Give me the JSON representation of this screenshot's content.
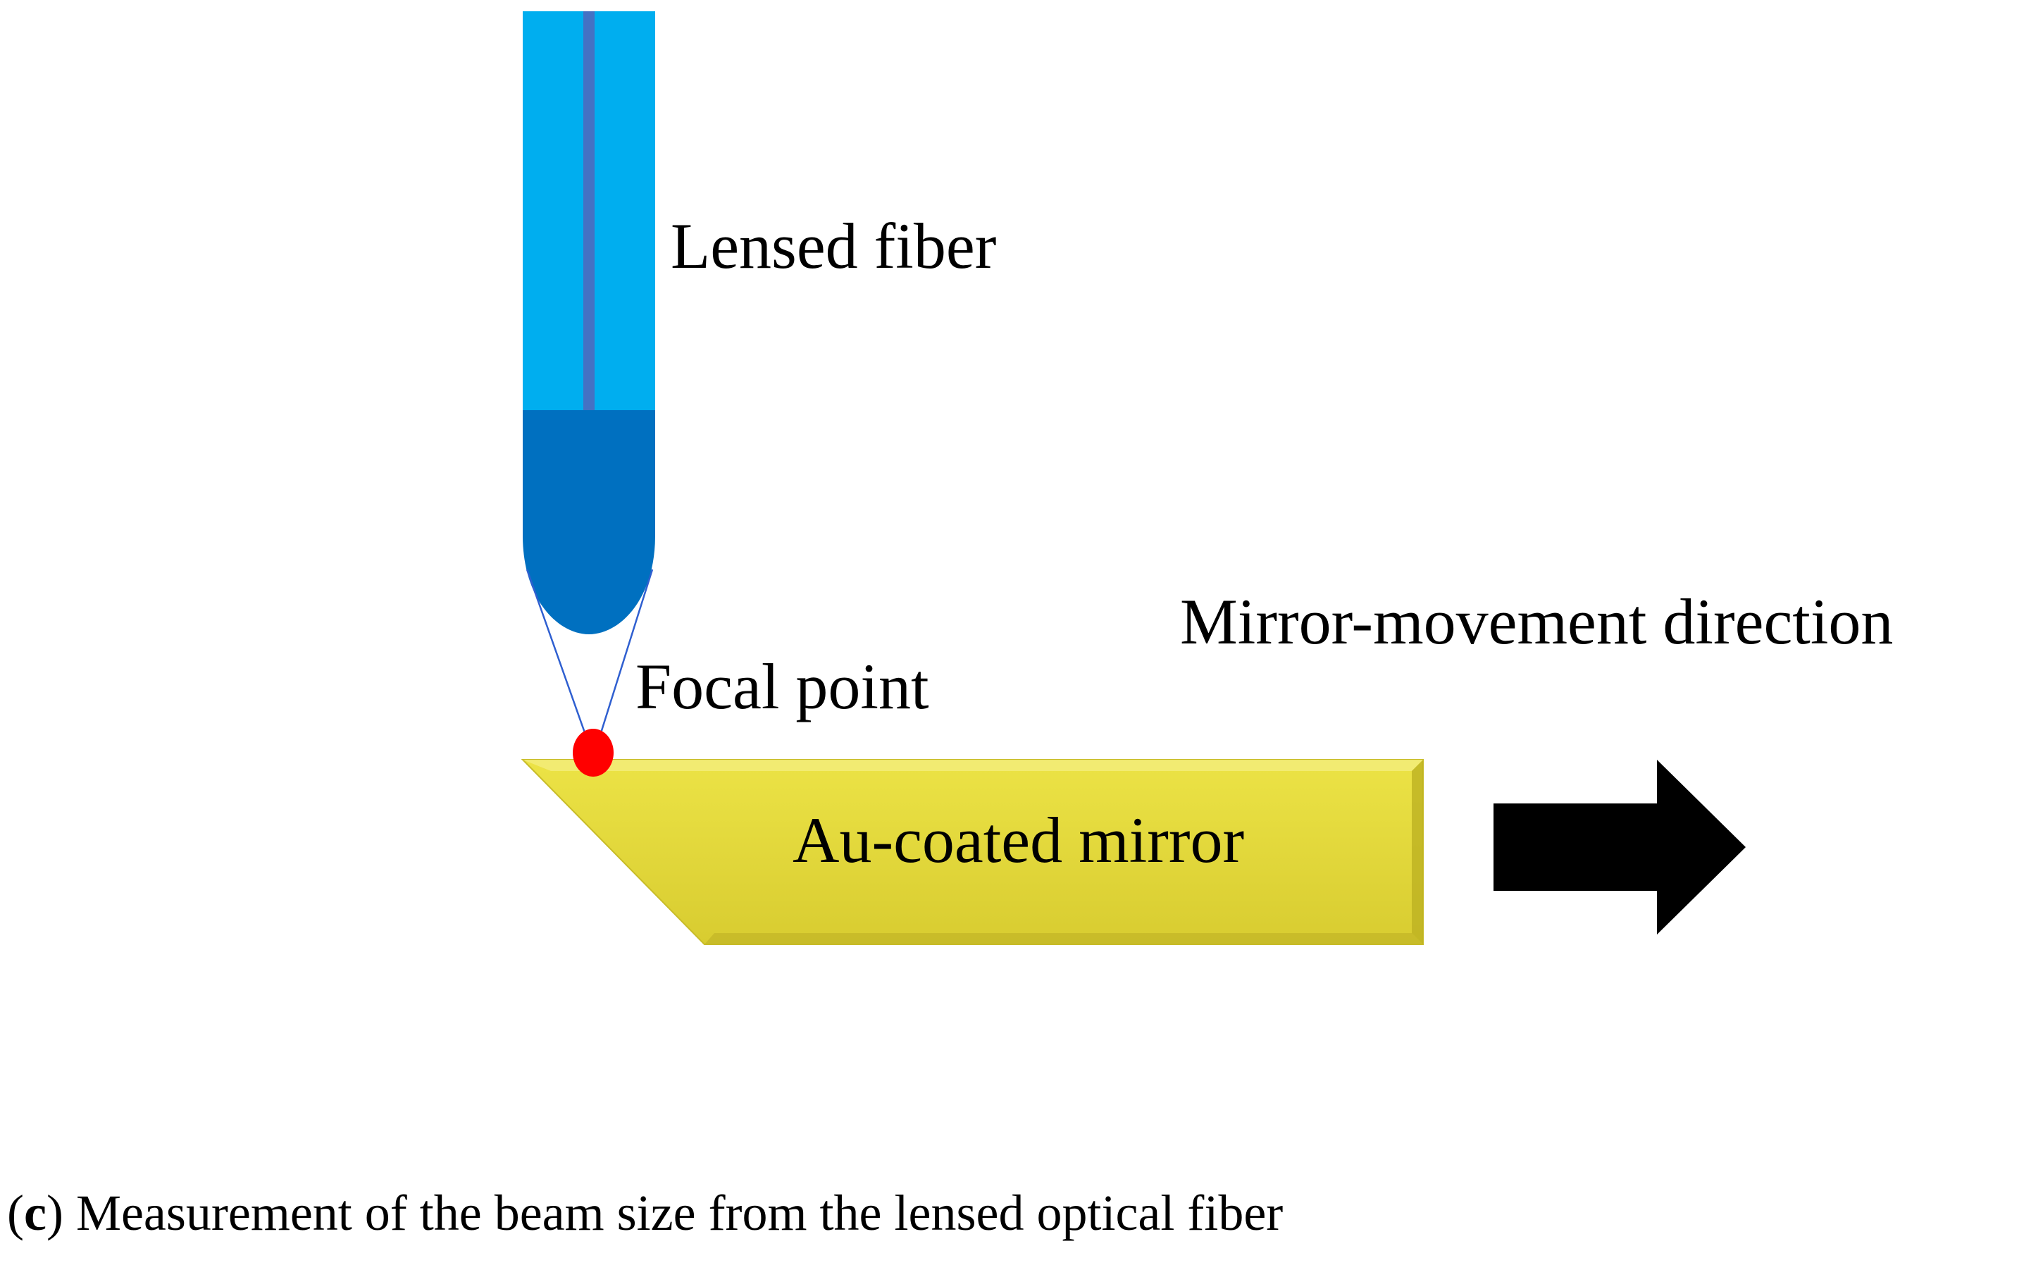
{
  "labels": {
    "lensed_fiber": "Lensed fiber",
    "focal_point": "Focal point",
    "mirror": "Au-coated mirror",
    "direction": "Mirror-movement direction"
  },
  "caption": {
    "open_paren": "(",
    "letter": "c",
    "close_paren": ")",
    "text": " Measurement of the beam size from the lensed optical fiber"
  },
  "colors": {
    "fiber_cladding": "#00aeef",
    "fiber_core": "#4472c4",
    "fiber_lens": "#0070c0",
    "beam_lines": "#2f5fd0",
    "focal_point": "#ff0000",
    "mirror_fill": "#e3d836",
    "arrow": "#000000"
  }
}
